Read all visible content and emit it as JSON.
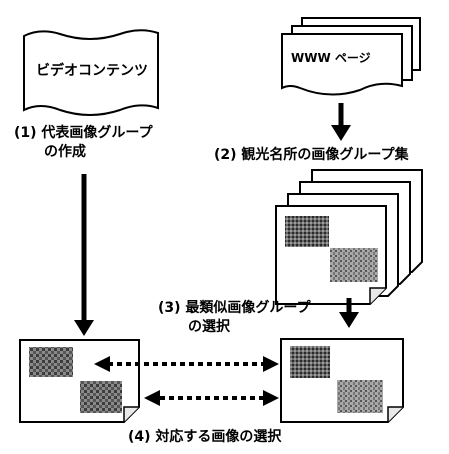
{
  "video_source": {
    "label": "ビデオコンテンツ"
  },
  "www_source": {
    "label": "WWW ページ"
  },
  "steps": {
    "step1": {
      "line1": "(1)  代表画像グループ",
      "line2": "の作成"
    },
    "step2": {
      "line1": "(2)  観光名所の画像グループ集"
    },
    "step3": {
      "line1": "(3)  最類似画像グループ",
      "line2": "の選択"
    },
    "step4": {
      "line1": "(4)  対応する画像の選択"
    }
  },
  "colors": {
    "stroke": "#000000",
    "background": "#ffffff",
    "photo_dark": "#3a3a3a",
    "photo_light": "#9a9a9a"
  }
}
